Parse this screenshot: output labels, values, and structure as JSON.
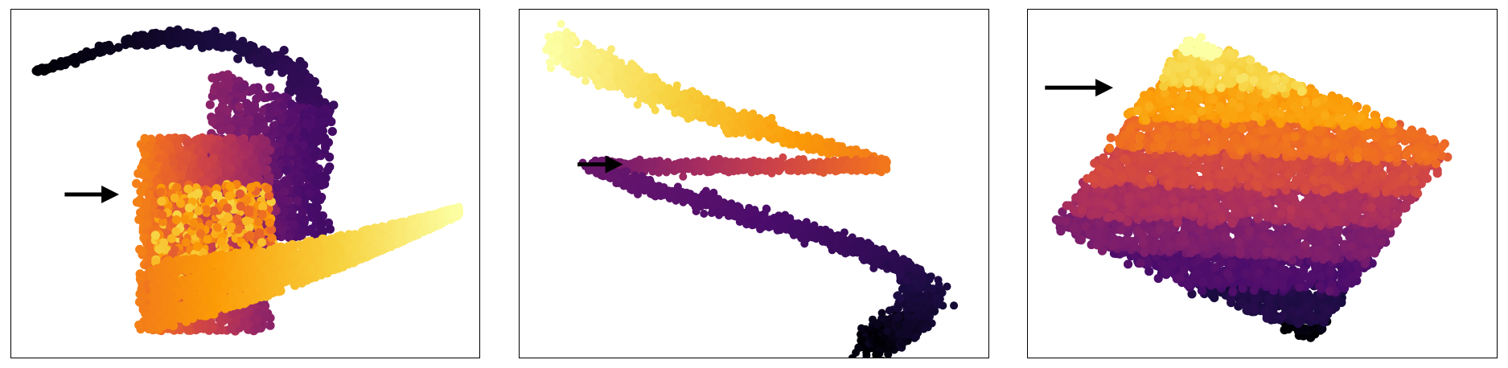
{
  "palette": [
    "#000004",
    "#1b0c41",
    "#4a0c6b",
    "#781c6d",
    "#a52c60",
    "#cf4446",
    "#ed6925",
    "#fb9b06",
    "#f7d13d",
    "#fcffa4"
  ],
  "arrow_color": "#000000",
  "chart_data": [
    {
      "type": "scatter",
      "title": "",
      "xlabel": "",
      "ylabel": "",
      "grid": false,
      "axes_ticks": false,
      "xlim": [
        0,
        10
      ],
      "ylim": [
        0,
        10
      ],
      "colormap": "inferno",
      "shape": "swiss-roll-embedding",
      "annotation": {
        "type": "arrow",
        "direction": "right",
        "from": [
          1.0,
          4.7
        ],
        "to": [
          2.2,
          4.7
        ]
      },
      "series": []
    },
    {
      "type": "scatter",
      "title": "",
      "xlabel": "",
      "ylabel": "",
      "grid": false,
      "axes_ticks": false,
      "xlim": [
        0,
        10
      ],
      "ylim": [
        0,
        10
      ],
      "colormap": "inferno",
      "shape": "z-curve-embedding",
      "annotation": {
        "type": "arrow",
        "direction": "right",
        "from": [
          1.1,
          5.6
        ],
        "to": [
          2.1,
          5.6
        ]
      },
      "series": []
    },
    {
      "type": "scatter",
      "title": "",
      "xlabel": "",
      "ylabel": "",
      "grid": false,
      "axes_ticks": false,
      "xlim": [
        0,
        10
      ],
      "ylim": [
        0,
        10
      ],
      "colormap": "inferno",
      "shape": "parallelogram-embedding",
      "annotation": {
        "type": "arrow",
        "direction": "right",
        "from": [
          0.2,
          7.9
        ],
        "to": [
          1.7,
          7.9
        ]
      },
      "series": []
    }
  ]
}
